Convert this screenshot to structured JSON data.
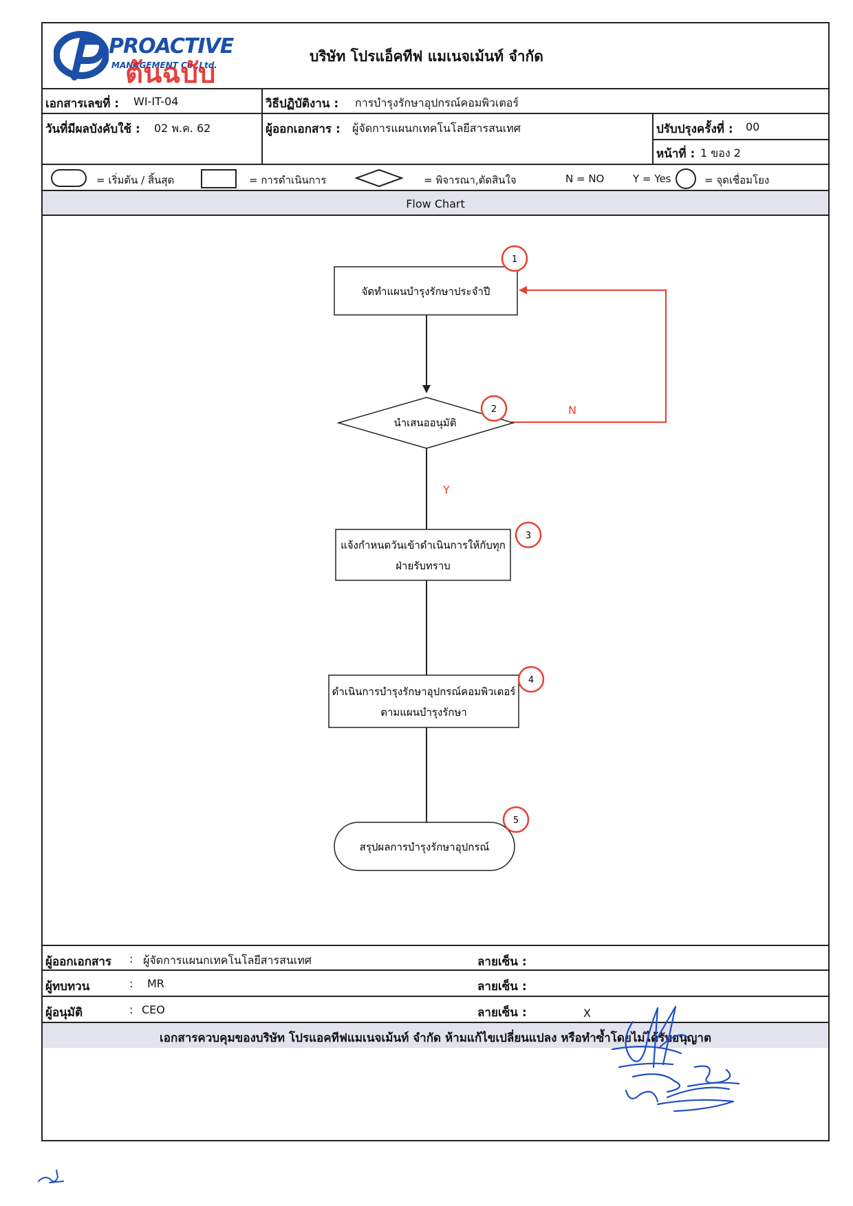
{
  "header": {
    "logo_text": "PROACTIVE",
    "logo_subtext": "MANAGEMENT Co.,Ltd.",
    "stamp_text": "ต้นฉบับ",
    "company_name": "บริษัท โปรแอ็คทีฟ แมเนจเม้นท์ จำกัด"
  },
  "doc_info": {
    "doc_no_label": "เอกสารเลขที่ :",
    "doc_no_value": "WI-IT-04",
    "procedure_label": "วิธีปฏิบัติงาน :",
    "procedure_value": "การบำรุงรักษาอุปกรณ์คอมพิวเตอร์",
    "effective_label": "วันที่มีผลบังคับใช้ :",
    "effective_value": "02 พ.ค. 62",
    "issuer_label": "ผู้ออกเอกสาร :",
    "issuer_value": "ผู้จัดการแผนกเทคโนโลยีสารสนเทศ",
    "revision_label": "ปรับปรุงครั้งที่ :",
    "revision_value": "00",
    "page_label": "หน้าที่ :",
    "page_value": "1 ของ  2"
  },
  "legend": {
    "start_end": "= เริ่มต้น / สิ้นสุด",
    "process": "= การดำเนินการ",
    "decision": "= พิจารณา,ตัดสินใจ",
    "no": "N = NO",
    "yes": "Y = Yes",
    "connector": "= จุดเชื่อมโยง"
  },
  "section_title": "Flow Chart",
  "flow": {
    "step1": {
      "num": "1",
      "text": "จัดทำแผนบำรุงรักษาประจำปี"
    },
    "step2": {
      "num": "2",
      "text": "นำเสนออนุมัติ"
    },
    "step3": {
      "num": "3",
      "line1": "แจ้งกำหนดวันเข้าดำเนินการให้กับทุก",
      "line2": "ฝ่ายรับทราบ"
    },
    "step4": {
      "num": "4",
      "line1": "ดำเนินการบำรุงรักษาอุปกรณ์คอมพิวเตอร์",
      "line2": "ตามแผนบำรุงรักษา"
    },
    "step5": {
      "num": "5",
      "text": "สรุปผลการบำรุงรักษาอุปกรณ์"
    },
    "label_no": "N",
    "label_yes": "Y",
    "loop_color": "#e8412f",
    "circle_color": "#e8412f"
  },
  "signatures": {
    "issuer_label": "ผู้ออกเอกสาร",
    "issuer_value": "ผู้จัดการแผนกเทคโนโลยีสารสนเทศ",
    "reviewer_label": "ผู้ทบทวน",
    "reviewer_value": "MR",
    "approver_label": "ผู้อนุมัติ",
    "approver_value": "CEO",
    "colon": ":",
    "sign_label": "ลายเซ็น :",
    "x_mark": "X"
  },
  "footer_note": "เอกสารควบคุมของบริษัท โปรแอคทีฟแมเนจเม้นท์ จำกัด ห้ามแก้ไขเปลี่ยนแปลง หรือทำซ้ำโดยไม่ได้รับอนุญาต",
  "colors": {
    "ink_blue": "#1e4fc2",
    "band": "#e3e3ee",
    "stamp_red": "#e0201e"
  }
}
